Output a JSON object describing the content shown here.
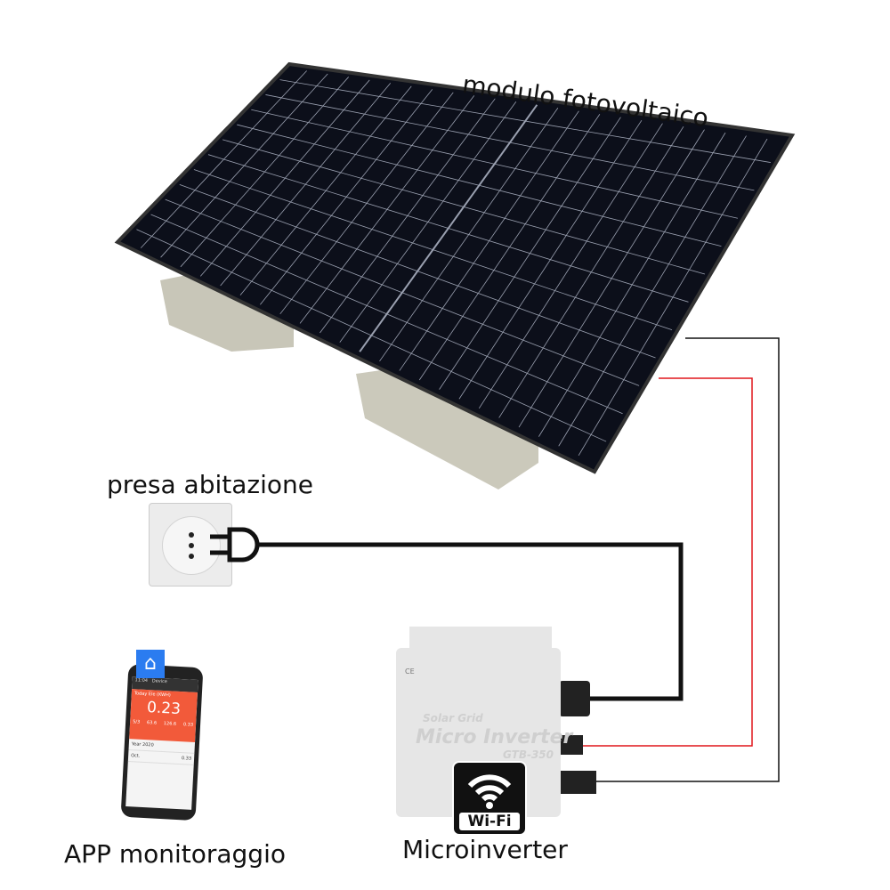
{
  "labels": {
    "panel": "modulo fotovoltaico",
    "socket": "presa abitazione",
    "app": "APP monitoraggio",
    "inverter": "Microinverter"
  },
  "phone": {
    "time": "11:04",
    "title": "Device",
    "today_label": "Today Ele (KWH)",
    "today_value": "0.23",
    "stats": [
      "5/3",
      "63.6",
      "126.6",
      "0.33"
    ],
    "year": "Year 2020",
    "month": "Oct.",
    "month_value": "0.33"
  },
  "inverter": {
    "brand": "Solar Grid",
    "name": "Micro Inverter",
    "model": "GTB-350",
    "cert": "CE",
    "wifi": "Wi-Fi"
  },
  "colors": {
    "wire_red": "#e0161b",
    "wire_black": "#111111",
    "app_orange": "#f25a3a"
  }
}
